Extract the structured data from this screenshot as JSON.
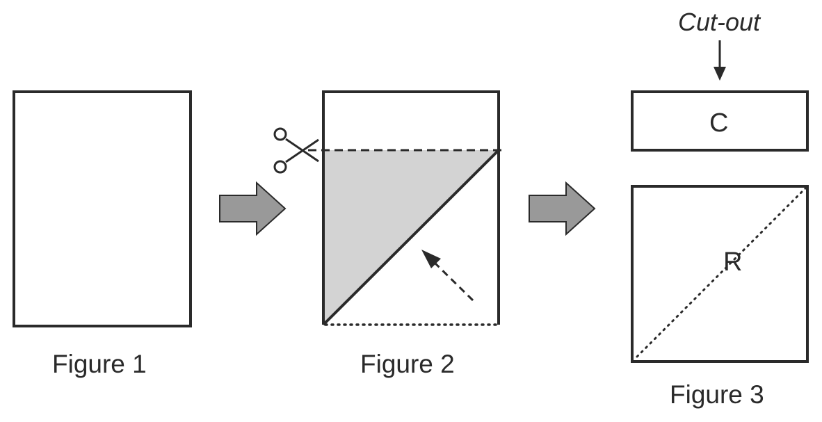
{
  "figures": {
    "figure1_label": "Figure 1",
    "figure2_label": "Figure 2",
    "figure3_label": "Figure 3"
  },
  "annotations": {
    "cutout_label": "Cut-out",
    "cutout_piece_letter": "C",
    "remaining_piece_letter": "R"
  },
  "colors": {
    "stroke": "#2a2a2a",
    "shaded_triangle": "#d3d3d3",
    "arrow_fill": "#999999"
  },
  "icons": {
    "scissors": "scissors-icon",
    "process_arrow": "block-arrow-right-icon"
  }
}
